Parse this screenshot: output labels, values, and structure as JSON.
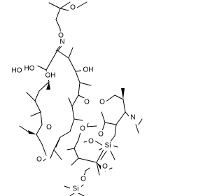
{
  "molecule": {
    "atom_labels": {
      "oxime_o": "O",
      "oxime_n": "N",
      "methoxy_o": "O",
      "oh_1": "HO",
      "oh_2": "OH",
      "oh_3": "HO",
      "oh_4": "OH",
      "lactone_ring_o": "O",
      "lactone_carbonyl_o": "O",
      "ring_link_o_upper": "O",
      "ring_link_o_lower": "O",
      "desosamine_ring_o": "O",
      "desosamine_n": "N",
      "desosamine_tms_o": "O",
      "desosamine_si": "Si",
      "cladinose_ring_o": "O",
      "cladinose_methoxy_o": "O",
      "cladinose_tms_o": "O",
      "cladinose_si": "Si"
    }
  }
}
